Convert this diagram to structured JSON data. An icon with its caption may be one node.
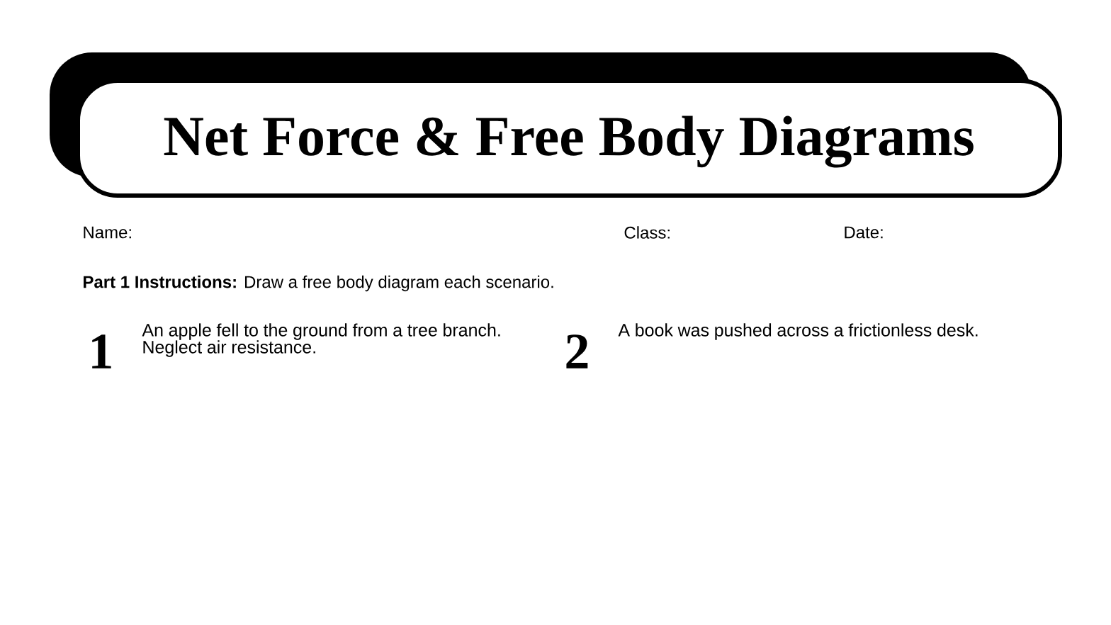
{
  "diagram": {
    "title": "Net Force & Free Body Diagrams",
    "labels": [
      "Name:",
      "Class:",
      "Date:",
      "**Part 1 Instructions:** Draw a free body diagram each scenario.",
      "1",
      "An apple fell to the ground from a tree branch. Neglect air resistance.",
      "2",
      "A book was pushed across a frictionless desk."
    ]
  }
}
